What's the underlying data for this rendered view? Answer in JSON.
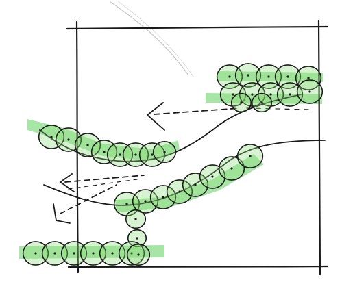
{
  "diagram": {
    "colors": {
      "ink": "#1a1a1a",
      "highlight": "#5ed15e",
      "circle_fill": "#8fdc7a",
      "paper": "#ffffff",
      "pencil": "#c8c8c8"
    },
    "arrow_count": 3,
    "circle_rows": [
      {
        "name": "upper-right-cluster",
        "count": 12
      },
      {
        "name": "upper-left-curve",
        "count": 8
      },
      {
        "name": "middle-diagonal",
        "count": 10
      },
      {
        "name": "lower-left-row",
        "count": 7
      }
    ]
  }
}
